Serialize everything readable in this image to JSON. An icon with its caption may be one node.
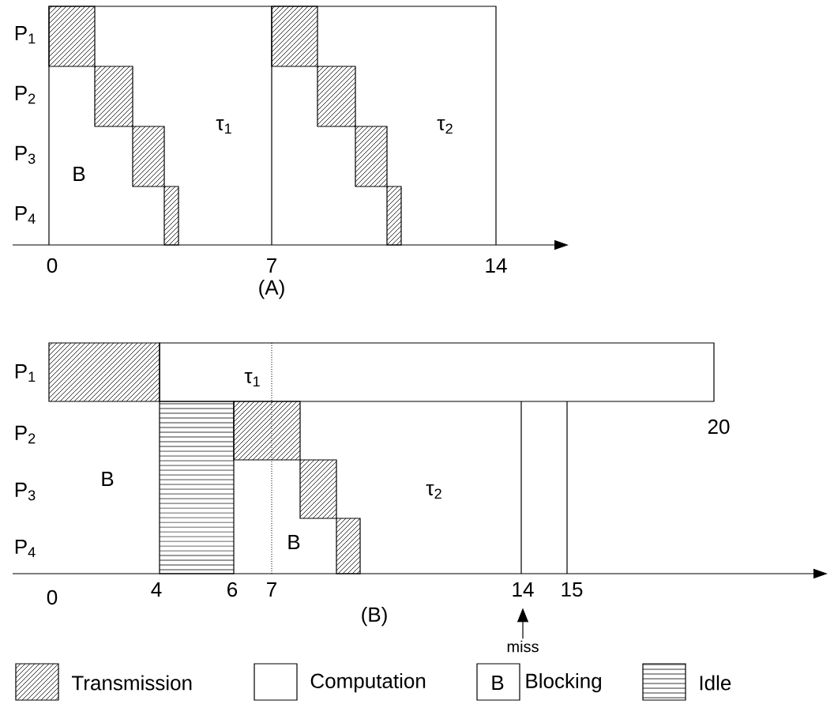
{
  "diagram": {
    "nodes": [
      {
        "text": [
          "14"
        ]
      },
      {
        "text": [
          "miss"
        ]
      }
    ],
    "edges": [
      {
        "from": 1,
        "to": 0,
        "arrow": "to"
      }
    ],
    "labels": [
      "P$_{1}$",
      "P$_{2}$",
      "τ$_{1}$",
      "τ$_{2}$",
      "P$_{3}$",
      "B",
      "P$_{4}$",
      "0",
      "7",
      "14",
      "(A)",
      "P$_{1}$",
      "τ$_{1}$",
      "20",
      "P$_{2}$",
      "B",
      "P$_{3}$",
      "τ$_{2}$",
      "P$_{4}$",
      "B",
      "0",
      "4",
      "6",
      "7",
      "15",
      "(B)",
      "B"
    ],
    "legend": [
      {
        "text": "Transmission"
      },
      {
        "text": "Computation"
      },
      {
        "text": "Blocking"
      },
      {
        "text": "Idle"
      }
    ]
  }
}
